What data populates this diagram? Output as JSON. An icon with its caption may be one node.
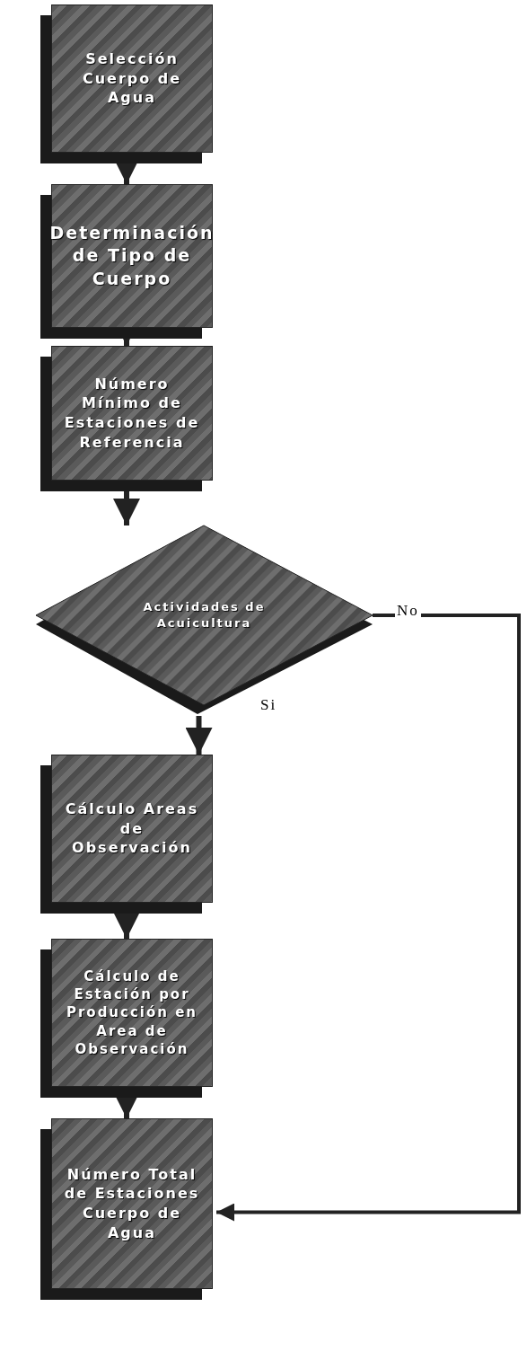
{
  "diagram": {
    "nodes": [
      {
        "text": [
          "Selección Cuerpo de Agua"
        ]
      },
      {
        "text": [
          "Determinación de Tipo de Cuerpo"
        ]
      },
      {
        "text": [
          "Número Mínimo de Estaciones de Referencia"
        ]
      },
      {
        "text": [
          "Actividades de Acuicultura"
        ]
      },
      {
        "text": [
          "Cálculo Areas de Observación"
        ]
      },
      {
        "text": [
          "Cálculo de Estación por Producción en Area de Observación"
        ]
      },
      {
        "text": [
          "Número Total de Estaciones Cuerpo de Agua"
        ]
      }
    ],
    "edges": [
      {
        "from": 0,
        "to": 1,
        "arrow": "to"
      },
      {
        "from": 1,
        "to": 2,
        "arrow": "to"
      },
      {
        "from": 2,
        "to": 3,
        "arrow": "to"
      },
      {
        "from": 3,
        "to": 6,
        "arrow": "to",
        "label": "No"
      },
      {
        "from": 3,
        "to": 4,
        "arrow": "to",
        "label": "Si"
      },
      {
        "from": 4,
        "to": 5,
        "arrow": "to"
      },
      {
        "from": 5,
        "to": 6,
        "arrow": "to"
      }
    ]
  }
}
